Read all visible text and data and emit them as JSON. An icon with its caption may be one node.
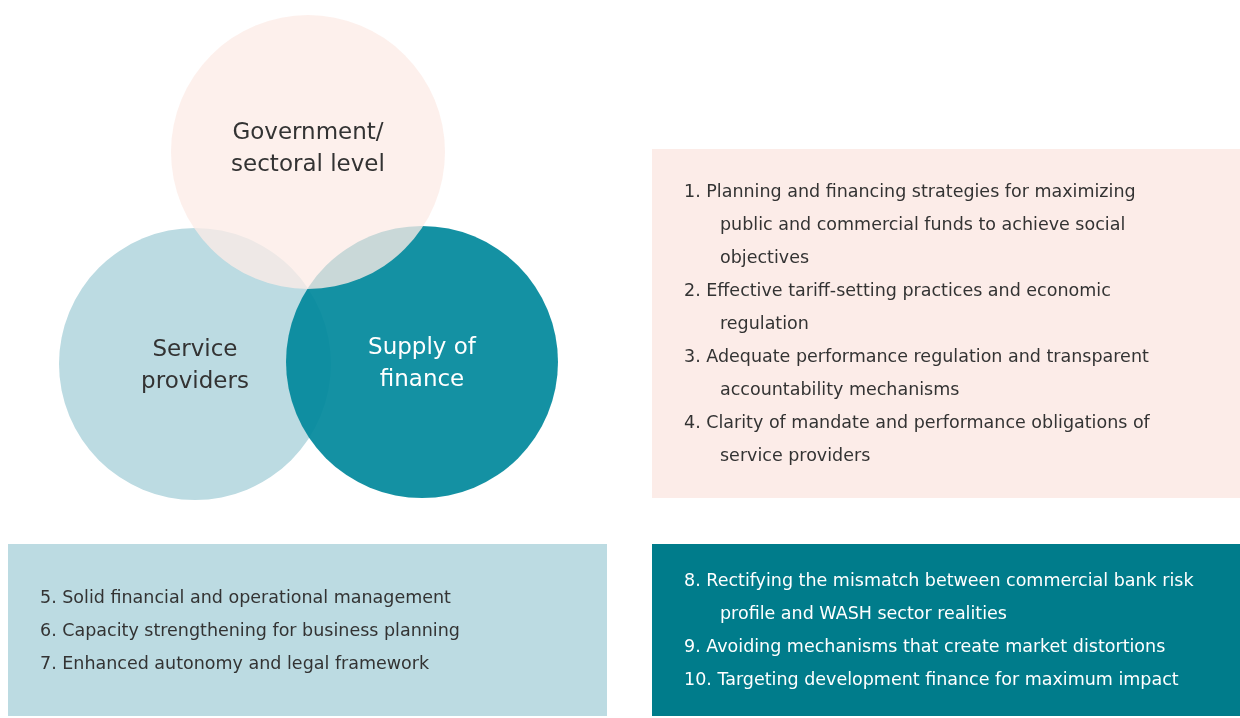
{
  "diagram": {
    "nodes": [
      {
        "text": [
          "Government/ sectoral level"
        ]
      },
      {
        "text": [
          "Service providers"
        ]
      },
      {
        "text": [
          "Supply of finance"
        ]
      },
      {
        "text": [
          "1. Planning and financing strategies for maximizing public and commercial funds to achieve social objectives",
          "2. Effective tariff-setting practices and economic regulation",
          "3. Adequate performance regulation and transparent accountability mechanisms",
          "4. Clarity of mandate and performance obligations of service providers"
        ]
      },
      {
        "text": [
          "5. Solid financial and operational management",
          "6. Capacity strengthening for business planning",
          "7. Enhanced autonomy and legal framework"
        ]
      },
      {
        "text": [
          "8. Rectifying the mismatch between commercial bank risk profile and WASH sector realities",
          "9. Avoiding mechanisms that create market distortions",
          "10. Targeting development finance for maximum impact"
        ]
      }
    ],
    "edges": []
  }
}
